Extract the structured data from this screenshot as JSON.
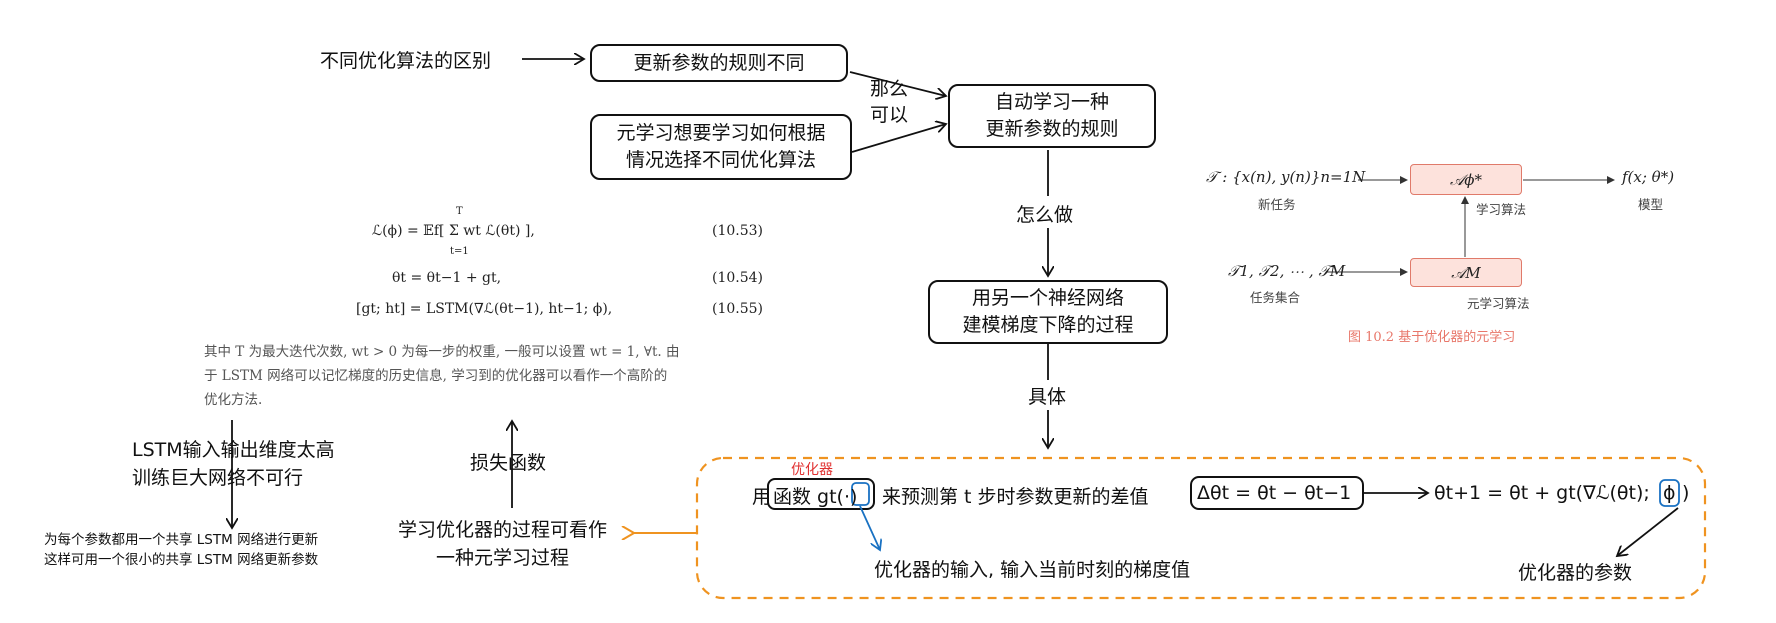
{
  "flow": {
    "diff_label": "不同优化算法的区别",
    "box_rules": "更新参数的规则不同",
    "box_meta": [
      "元学习想要学习如何根据",
      "情况选择不同优化算法"
    ],
    "then_label": [
      "那么",
      "可以"
    ],
    "box_auto": [
      "自动学习一种",
      "更新参数的规则"
    ],
    "how_label": "怎么做",
    "box_nn": [
      "用另一个神经网络",
      "建模梯度下降的过程"
    ],
    "specific_label": "具体",
    "optimizer_tag": "优化器",
    "predict_pre": "用",
    "predict_func": "函数 gt(·)",
    "predict_mid": "来预测第 t 步时参数更新的差值",
    "delta_eq": "Δθt = θt − θt−1",
    "update_eq": "θt+1 = θt + gt(∇ℒ(θt);",
    "phi": "ϕ",
    "update_close": ")",
    "input_note": "优化器的输入, 输入当前时刻的梯度值",
    "param_note": "优化器的参数",
    "meta_process": [
      "学习优化器的过程可看作",
      "一种元学习过程"
    ],
    "loss_label": "损失函数",
    "lstm_note": [
      "LSTM输入输出维度太高",
      "训练巨大网络不可行"
    ],
    "shared_note": [
      "为每个参数都用一个共享 LSTM 网络进行更新",
      "这样可用一个很小的共享 LSTM 网络更新参数"
    ]
  },
  "equations": [
    {
      "lhs": "ℒ(ϕ) = 𝔼f[ Σ wt ℒ(θt) ],",
      "sum_top": "T",
      "sum_bottom": "t=1",
      "num": "(10.53)"
    },
    {
      "lhs": "θt = θt−1 + gt,",
      "num": "(10.54)"
    },
    {
      "lhs": "[gt; ht] = LSTM(∇ℒ(θt−1), ht−1; ϕ),",
      "num": "(10.55)"
    }
  ],
  "paragraph": [
    "其中 T 为最大迭代次数, wt > 0 为每一步的权重, 一般可以设置 wt = 1, ∀t. 由",
    "于 LSTM 网络可以记忆梯度的历史信息, 学习到的优化器可以看作一个高阶的",
    "优化方法."
  ],
  "figure": {
    "task_set": "𝒯 : {x(n), y(n)}n=1N",
    "task_label": "新任务",
    "learner": "𝒜ϕ*",
    "learner_label": "学习算法",
    "output": "f(x; θ*)",
    "output_label": "模型",
    "meta_tasks": "𝒯1, 𝒯2, ⋯ , 𝒯M",
    "meta_tasks_label": "任务集合",
    "meta_learner": "𝒜M",
    "meta_learner_label": "元学习算法",
    "caption": "图 10.2 基于优化器的元学习"
  },
  "colors": {
    "orange": "#ef9320",
    "blue": "#1971c2",
    "red": "#e03131",
    "pink_fill": "#fde2dc",
    "pink_border": "#e07a6a",
    "caption": "#e8776a"
  }
}
